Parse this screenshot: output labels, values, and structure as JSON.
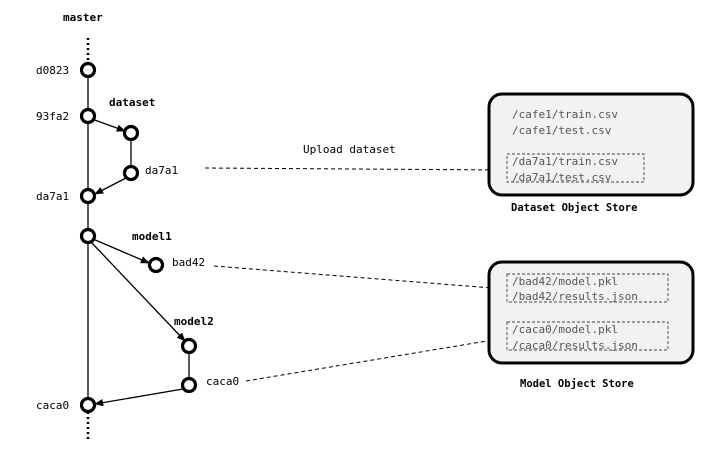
{
  "branches": {
    "master": "master",
    "dataset": "dataset",
    "model1": "model1",
    "model2": "model2"
  },
  "commits": {
    "d0823": "d0823",
    "master_93fa2": "93fa2",
    "dataset_da7a1": "da7a1",
    "master_da7a1": "da7a1",
    "model1_bad42": "bad42",
    "model2_caca0": "caca0",
    "master_caca0": "caca0"
  },
  "annotations": {
    "upload": "Upload dataset"
  },
  "dataset_store": {
    "title": "Dataset Object Store",
    "paths": [
      "/cafe1/train.csv",
      "/cafe1/test.csv"
    ],
    "highlighted_paths": [
      "/da7a1/train.csv",
      "/da7a1/test.csv"
    ]
  },
  "model_store": {
    "title": "Model Object Store",
    "group1": [
      "/bad42/model.pkl",
      "/bad42/results.json"
    ],
    "group2": [
      "/caca0/model.pkl",
      "/caca0/results.json"
    ]
  }
}
